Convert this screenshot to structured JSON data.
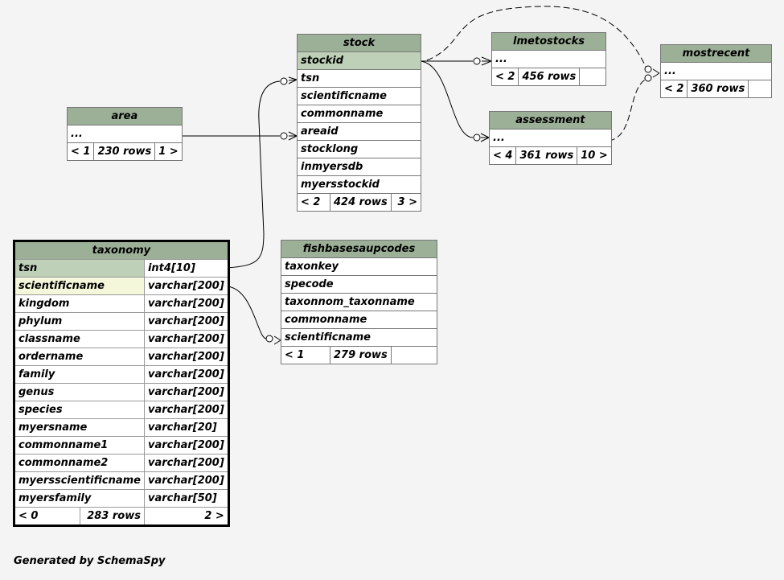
{
  "tables": {
    "stock": {
      "name": "stock",
      "columns": [
        "stockid",
        "tsn",
        "scientificname",
        "commonname",
        "areaid",
        "stocklong",
        "inmyersdb",
        "myersstockid"
      ],
      "footer": {
        "parents": "< 2",
        "rows": "424 rows",
        "children": "3 >"
      }
    },
    "lmetostocks": {
      "name": "lmetostocks",
      "columns": [
        "..."
      ],
      "footer": {
        "parents": "< 2",
        "rows": "456 rows",
        "children": ""
      }
    },
    "mostrecent": {
      "name": "mostrecent",
      "columns": [
        "..."
      ],
      "footer": {
        "parents": "< 2",
        "rows": "360 rows",
        "children": ""
      }
    },
    "assessment": {
      "name": "assessment",
      "columns": [
        "..."
      ],
      "footer": {
        "parents": "< 4",
        "rows": "361 rows",
        "children": "10 >"
      }
    },
    "area": {
      "name": "area",
      "columns": [
        "..."
      ],
      "footer": {
        "parents": "< 1",
        "rows": "230 rows",
        "children": "1 >"
      }
    },
    "taxonomy": {
      "name": "taxonomy",
      "columns": [
        {
          "name": "tsn",
          "type": "int4[10]"
        },
        {
          "name": "scientificname",
          "type": "varchar[200]"
        },
        {
          "name": "kingdom",
          "type": "varchar[200]"
        },
        {
          "name": "phylum",
          "type": "varchar[200]"
        },
        {
          "name": "classname",
          "type": "varchar[200]"
        },
        {
          "name": "ordername",
          "type": "varchar[200]"
        },
        {
          "name": "family",
          "type": "varchar[200]"
        },
        {
          "name": "genus",
          "type": "varchar[200]"
        },
        {
          "name": "species",
          "type": "varchar[200]"
        },
        {
          "name": "myersname",
          "type": "varchar[20]"
        },
        {
          "name": "commonname1",
          "type": "varchar[200]"
        },
        {
          "name": "commonname2",
          "type": "varchar[200]"
        },
        {
          "name": "myersscientificname",
          "type": "varchar[200]"
        },
        {
          "name": "myersfamily",
          "type": "varchar[50]"
        }
      ],
      "footer": {
        "parents": "< 0",
        "rows": "283 rows",
        "children": "2 >"
      }
    },
    "fishbasesaupcodes": {
      "name": "fishbasesaupcodes",
      "columns": [
        "taxonkey",
        "specode",
        "taxonnom_taxonname",
        "commonname",
        "scientificname"
      ],
      "footer": {
        "parents": "< 1",
        "rows": "279 rows",
        "children": ""
      }
    }
  },
  "relationships": [
    {
      "from": "stock.stockid",
      "to": "lmetostocks",
      "style": "solid"
    },
    {
      "from": "stock.stockid",
      "to": "assessment",
      "style": "solid"
    },
    {
      "from": "stock.stockid",
      "to": "mostrecent",
      "style": "dashed"
    },
    {
      "from": "assessment",
      "to": "mostrecent",
      "style": "dashed"
    },
    {
      "from": "area",
      "to": "stock.areaid",
      "style": "solid"
    },
    {
      "from": "taxonomy.tsn",
      "to": "stock.tsn",
      "style": "solid"
    },
    {
      "from": "taxonomy.scientificname",
      "to": "fishbasesaupcodes.scientificname",
      "style": "solid"
    }
  ],
  "footer_text": "Generated by SchemaSpy"
}
